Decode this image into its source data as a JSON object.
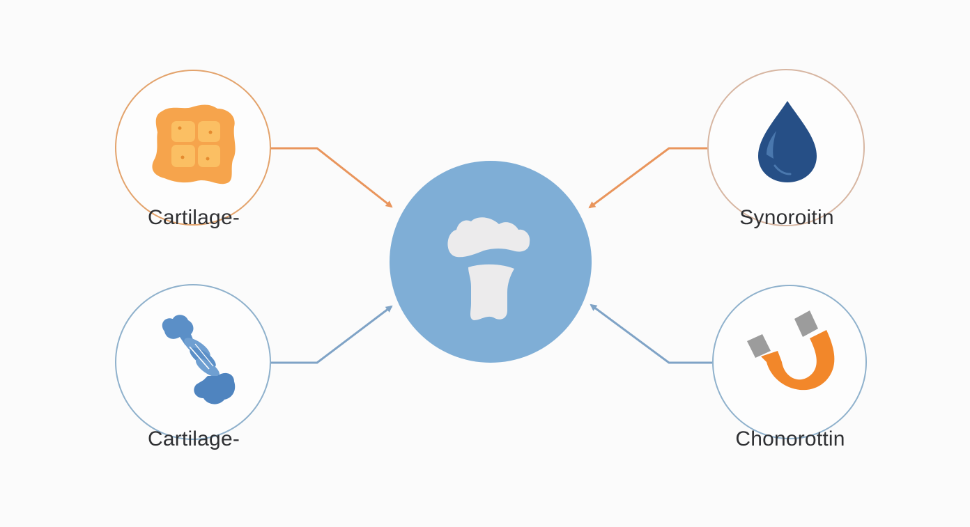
{
  "diagram": {
    "center": {
      "icon": "joint-bone-icon",
      "fill": "#7faed6"
    },
    "nodes": [
      {
        "id": "top-left",
        "label": "Cartilage-",
        "icon": "cartilage-icon",
        "ring_color": "#e3a36c",
        "arrow_color": "#e9955c"
      },
      {
        "id": "bottom-left",
        "label": "Cartilage-",
        "icon": "spine-bone-icon",
        "ring_color": "#8fb1cc",
        "arrow_color": "#7fa3c6"
      },
      {
        "id": "top-right",
        "label": "Synoroitin",
        "icon": "water-drop-icon",
        "ring_color": "#d7b6a2",
        "arrow_color": "#e9955c"
      },
      {
        "id": "bottom-right",
        "label": "Chonorottin",
        "icon": "magnet-icon",
        "ring_color": "#8fb1cc",
        "arrow_color": "#7fa3c6"
      }
    ]
  }
}
